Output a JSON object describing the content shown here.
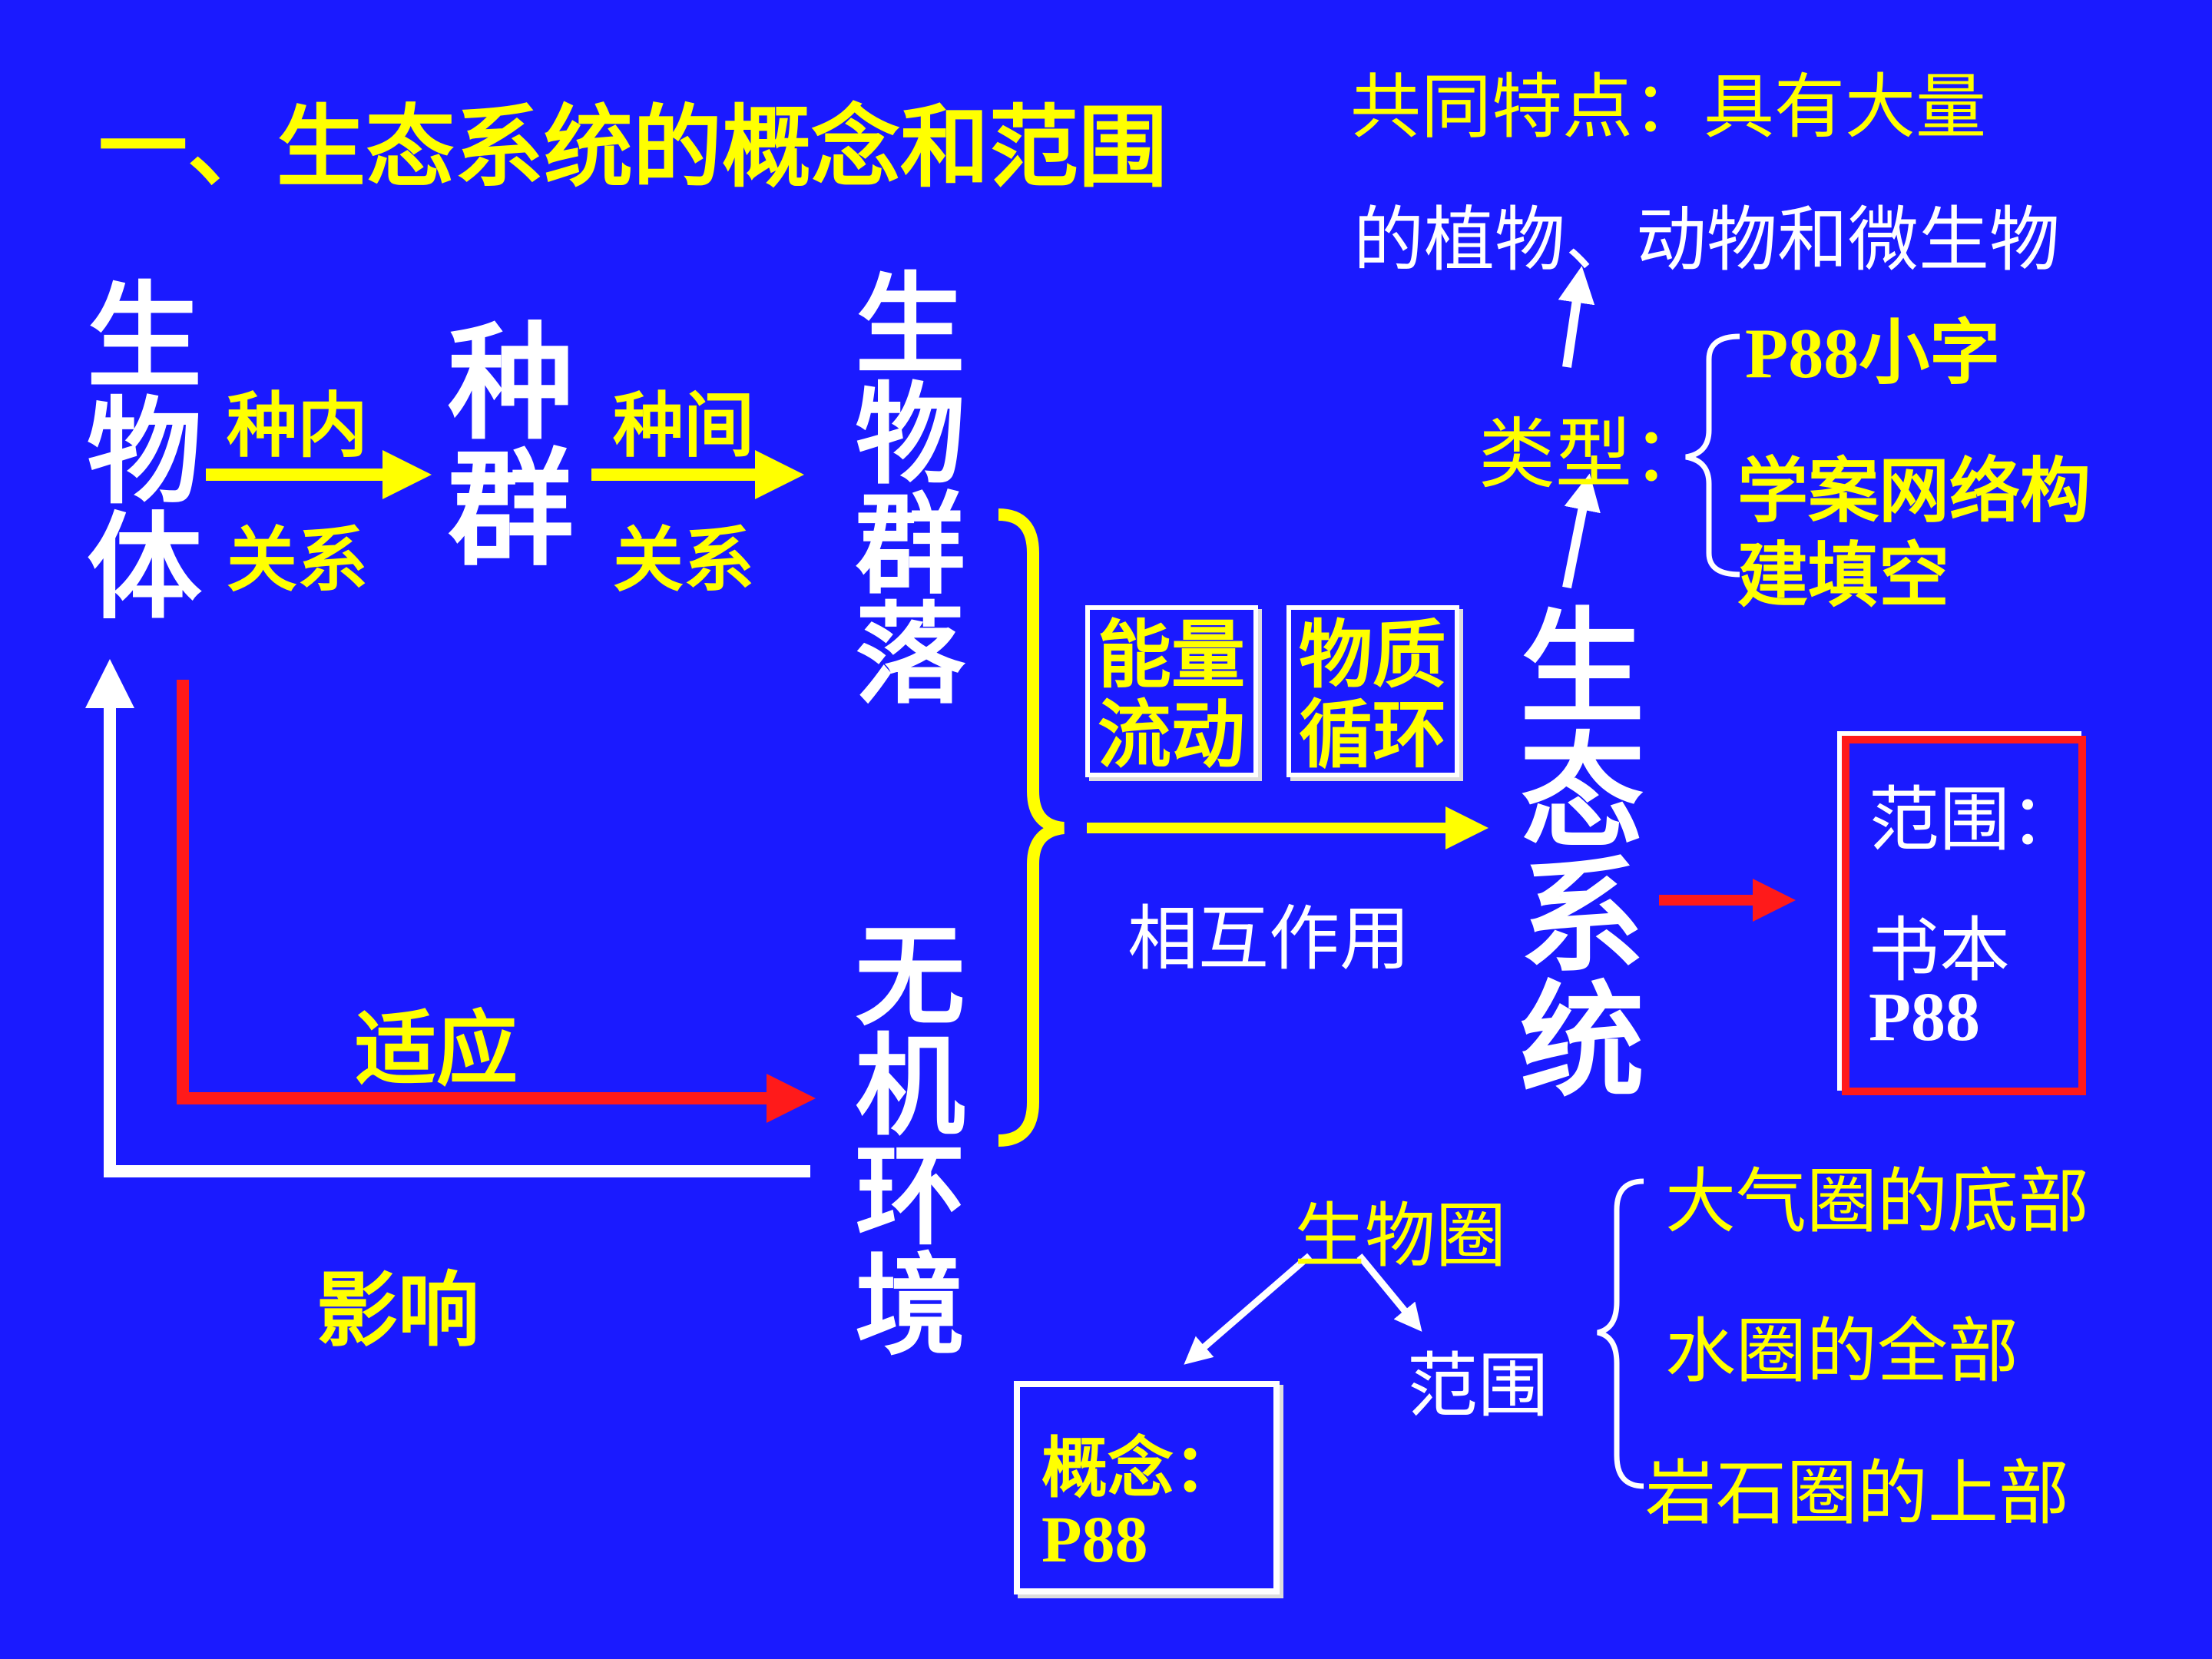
{
  "title": "一、生态系统的概念和范围",
  "organism": "生物体",
  "population": "种群",
  "community": "生物群落",
  "abiotic": "无机环境",
  "ecosystem": "生态系统",
  "intra_top": "种内",
  "intra_bottom": "关系",
  "inter_top": "种间",
  "inter_bottom": "关系",
  "adapt": "适应",
  "influence": "影响",
  "energy_box": "能量流动",
  "matter_box": "物质循环",
  "interaction": "相互作用",
  "types_label": "类型：",
  "types_option1": "P88小字",
  "types_option2a": "学案网络构",
  "types_option2b": "建填空",
  "common_line1": "共同特点：具有大量",
  "common_line2": "的植物、动物和微生物",
  "scope_box_title": "范围：",
  "scope_box_line1": "书本",
  "scope_box_line2": "P88",
  "biosphere": "生物圈",
  "biosphere_scope": "范围",
  "concept_line1": "概念：",
  "concept_line2": "P88",
  "scope_item1": "大气圈的底部",
  "scope_item2": "水圈的全部",
  "scope_item3": "岩石圈的上部",
  "colors": {
    "background": "#1a1aff",
    "yellow": "#ffff00",
    "white": "#ffffff",
    "red": "#ff1a1a"
  }
}
